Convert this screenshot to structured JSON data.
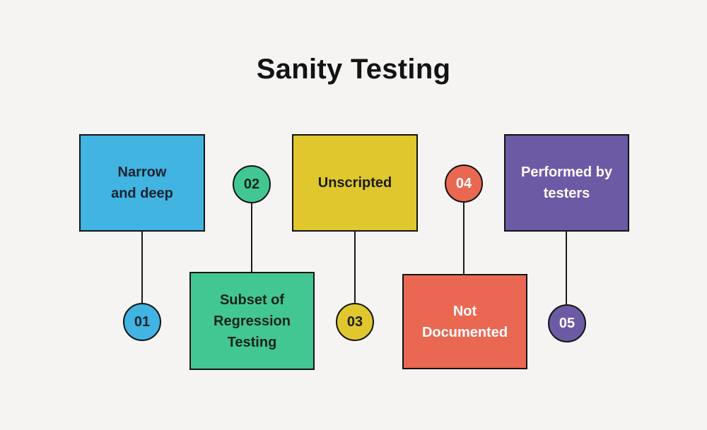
{
  "title": "Sanity Testing",
  "background_color": "#f5f4f3",
  "line_color": "#1a1a1a",
  "border_color": "#131313",
  "items": [
    {
      "number": "01",
      "label": "Narrow and deep",
      "lines": [
        "Narrow",
        "and deep"
      ],
      "color": "#41b4e2",
      "text_color": "#1a2330"
    },
    {
      "number": "02",
      "label": "Subset of Regression Testing",
      "lines": [
        "Subset of",
        "Regression",
        "Testing"
      ],
      "color": "#43c792",
      "text_color": "#14231b"
    },
    {
      "number": "03",
      "label": "Unscripted",
      "lines": [
        "Unscripted"
      ],
      "color": "#e0c72e",
      "text_color": "#1d1b12"
    },
    {
      "number": "04",
      "label": "Not Documented",
      "lines": [
        "Not",
        "Documented"
      ],
      "color": "#ea6852",
      "text_color": "#ffffff"
    },
    {
      "number": "05",
      "label": "Performed by testers",
      "lines": [
        "Performed by",
        "testers"
      ],
      "color": "#6c5aa4",
      "text_color": "#ffffff"
    }
  ]
}
